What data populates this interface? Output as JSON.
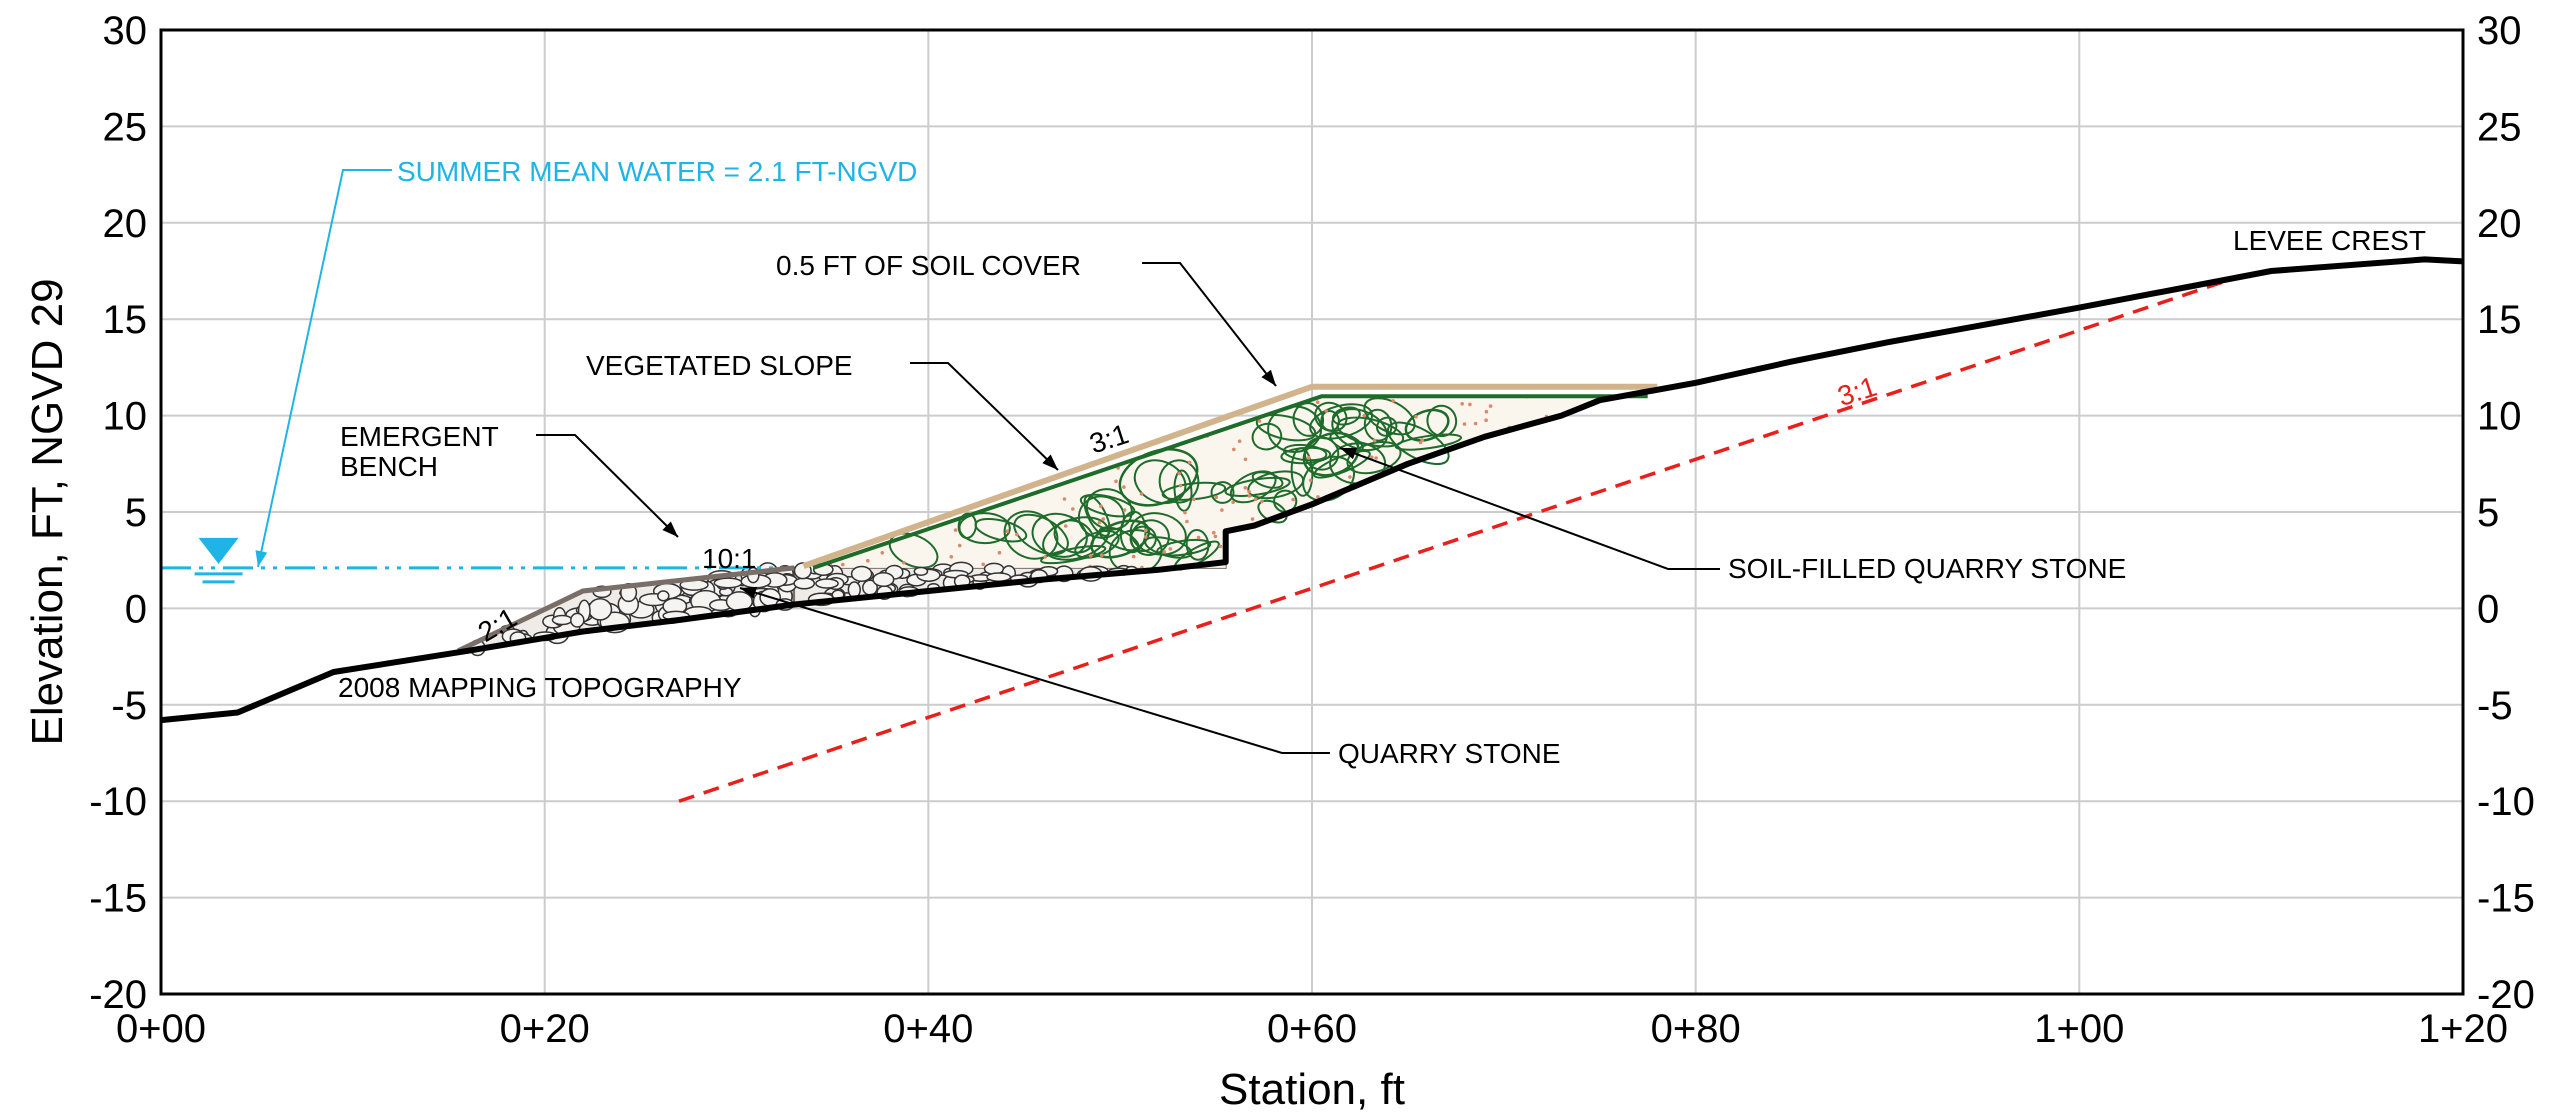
{
  "chart_data": {
    "type": "line",
    "xlabel": "Station, ft",
    "ylabel": "Elevation, FT, NGVD 29",
    "xlim": [
      0,
      120
    ],
    "ylim": [
      -20,
      30
    ],
    "grid": true,
    "x_ticks": [
      {
        "value": 0,
        "label": "0+00"
      },
      {
        "value": 20,
        "label": "0+20"
      },
      {
        "value": 40,
        "label": "0+40"
      },
      {
        "value": 60,
        "label": "0+60"
      },
      {
        "value": 80,
        "label": "0+80"
      },
      {
        "value": 100,
        "label": "1+00"
      },
      {
        "value": 120,
        "label": "1+20"
      }
    ],
    "y_ticks": [
      30,
      25,
      20,
      15,
      10,
      5,
      0,
      -5,
      -10,
      -15,
      -20
    ],
    "series": [
      {
        "key": "topography",
        "points": [
          [
            0,
            -5.8
          ],
          [
            4,
            -5.4
          ],
          [
            9,
            -3.3
          ],
          [
            16,
            -2.2
          ],
          [
            22,
            -1.2
          ],
          [
            27,
            -0.6
          ],
          [
            33,
            0.2
          ],
          [
            40,
            0.9
          ],
          [
            46,
            1.5
          ],
          [
            52,
            2.0
          ],
          [
            55.5,
            2.4
          ],
          [
            55.5,
            4.0
          ],
          [
            57,
            4.3
          ],
          [
            60,
            5.4
          ],
          [
            65,
            7.5
          ],
          [
            69,
            8.9
          ],
          [
            73,
            10.0
          ],
          [
            75,
            10.8
          ],
          [
            80,
            11.7
          ],
          [
            85,
            12.8
          ],
          [
            90,
            13.8
          ],
          [
            100,
            15.6
          ],
          [
            110,
            17.5
          ],
          [
            118,
            18.1
          ],
          [
            120,
            18.0
          ]
        ]
      },
      {
        "key": "design_slope_3_1",
        "points": [
          [
            27,
            -10
          ],
          [
            108,
            17.1
          ]
        ]
      },
      {
        "key": "summer_mean_water",
        "points": [
          [
            0,
            2.1
          ],
          [
            33,
            2.1
          ]
        ]
      },
      {
        "key": "soil_cover",
        "points": [
          [
            33.5,
            2.2
          ],
          [
            60,
            11.5
          ],
          [
            78,
            11.5
          ]
        ]
      },
      {
        "key": "vegetated_slope",
        "points": [
          [
            34,
            2.1
          ],
          [
            60.5,
            11.0
          ],
          [
            77.5,
            11.0
          ]
        ]
      },
      {
        "key": "quarry_stone_top",
        "points": [
          [
            15.5,
            -2.2
          ],
          [
            22,
            0.9
          ],
          [
            33,
            2.1
          ]
        ]
      }
    ],
    "water_level_marker": {
      "x": 3,
      "y": 2.1
    }
  },
  "annotations": {
    "summer_water": "SUMMER MEAN WATER = 2.1 FT-NGVD",
    "soil_cover": "0.5 FT OF SOIL COVER",
    "vegetated_slope": "VEGETATED SLOPE",
    "emergent_line1": "EMERGENT",
    "emergent_line2": "BENCH",
    "soil_filled": "SOIL-FILLED QUARRY STONE",
    "quarry_stone": "QUARRY STONE",
    "topography": "2008 MAPPING TOPOGRAPHY",
    "levee_crest": "LEVEE CREST",
    "slope_2_1": "2:1",
    "slope_10_1": "10:1",
    "slope_3_1_fill": "3:1",
    "slope_3_1_design": "3:1"
  },
  "colors": {
    "topography": "#000000",
    "design_slope": "#e8201c",
    "water": "#1fb4e6",
    "soil_cover": "#d2b48c",
    "vegetated": "#1e6b2a",
    "quarry_stone": "#7a6f68",
    "grid": "#cccccc"
  }
}
